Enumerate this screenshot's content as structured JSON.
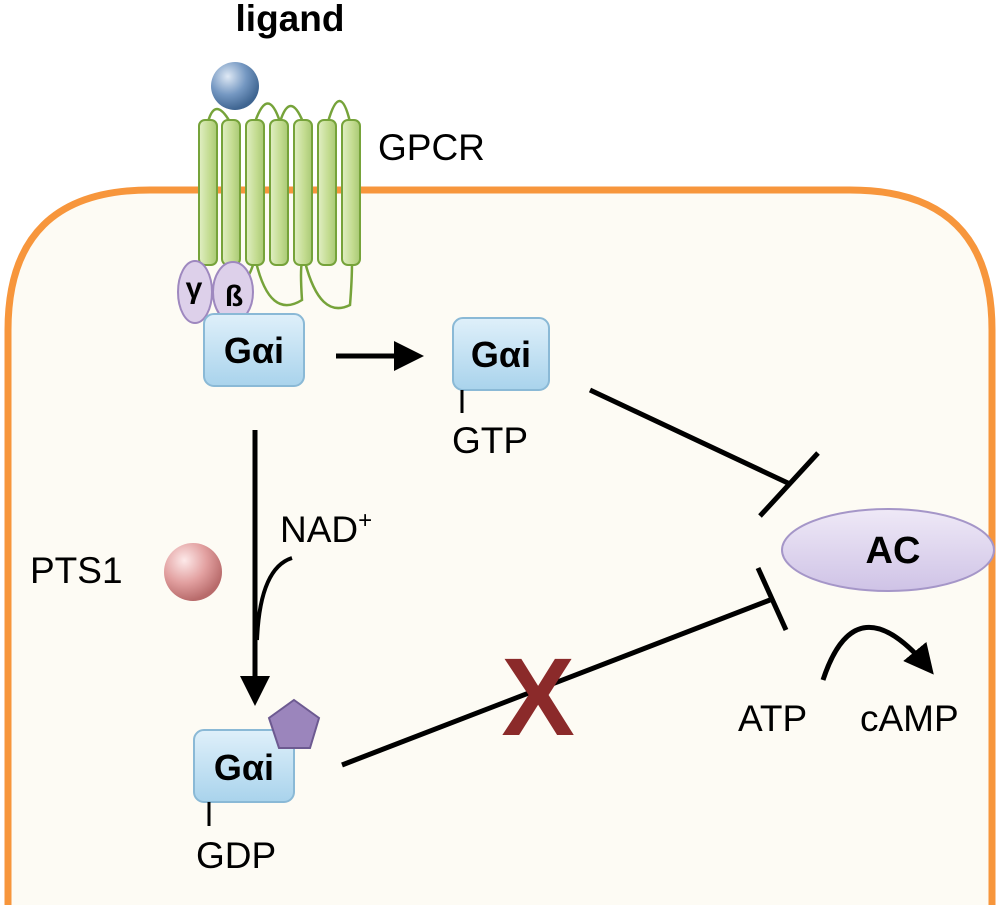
{
  "labels": {
    "ligand": "ligand",
    "gpcr": "GPCR",
    "gamma": "γ",
    "beta": "ß",
    "galpha_top": "Gαi",
    "galpha_gtp": "Gαi",
    "gtp": "GTP",
    "galpha_gdp": "Gαi",
    "gdp": "GDP",
    "nad": "NAD",
    "nad_sup": "+",
    "pts1": "PTS1",
    "ac": "AC",
    "atp": "ATP",
    "camp": "cAMP",
    "blocked_mark": "X"
  },
  "colors": {
    "cell_membrane": "#f7963c",
    "cell_fill": "#fdfbf4",
    "gpcr_stroke": "#76a33a",
    "gpcr_fill": "#c6dd96",
    "galpha_fill": "#bfe0f2",
    "galpha_stroke": "#8ab9d6",
    "subunit_fill": "#ddd0ea",
    "subunit_stroke": "#9e88bf",
    "ac_fill": "#ddd5ee",
    "adp_ribose": "#9b85bc",
    "pts1": "#e2a0a0",
    "ligand": "#6f93bd",
    "blocked_mark": "#8b2a2a"
  },
  "icons": {
    "ligand": "ligand-sphere-icon",
    "pts1": "pts1-sphere-icon",
    "adp_ribose": "pentagon-icon"
  }
}
